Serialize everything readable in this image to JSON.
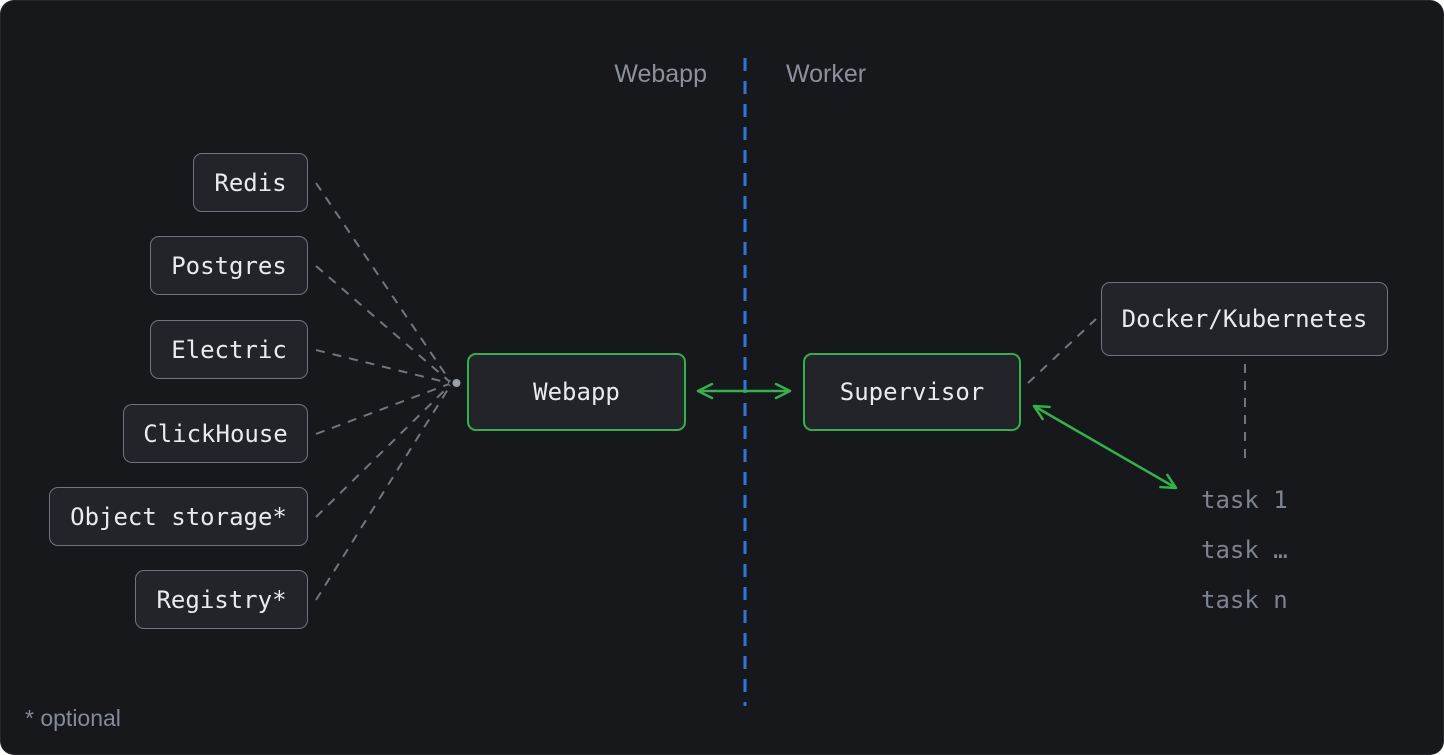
{
  "diagram": {
    "lanes": {
      "left_label": "Webapp",
      "right_label": "Worker"
    },
    "left_nodes": [
      {
        "label": "Redis"
      },
      {
        "label": "Postgres"
      },
      {
        "label": "Electric"
      },
      {
        "label": "ClickHouse"
      },
      {
        "label": "Object storage*"
      },
      {
        "label": "Registry*"
      }
    ],
    "center_nodes": {
      "webapp": {
        "label": "Webapp"
      },
      "supervisor": {
        "label": "Supervisor"
      }
    },
    "runtime_node": {
      "label": "Docker/Kubernetes"
    },
    "tasks": [
      {
        "label": "task 1"
      },
      {
        "label": "task …"
      },
      {
        "label": "task n"
      }
    ],
    "footnote": "* optional",
    "colors": {
      "background": "#17181b",
      "node_fill": "#22242a",
      "node_border": "#6e757f",
      "accent_green": "#2fb34a",
      "divider_blue": "#2f75e0",
      "dashed_gray": "#7a818b",
      "text_light": "#e8eaec",
      "text_muted": "#7d8490",
      "lane_label_gray": "#8a919b"
    }
  }
}
